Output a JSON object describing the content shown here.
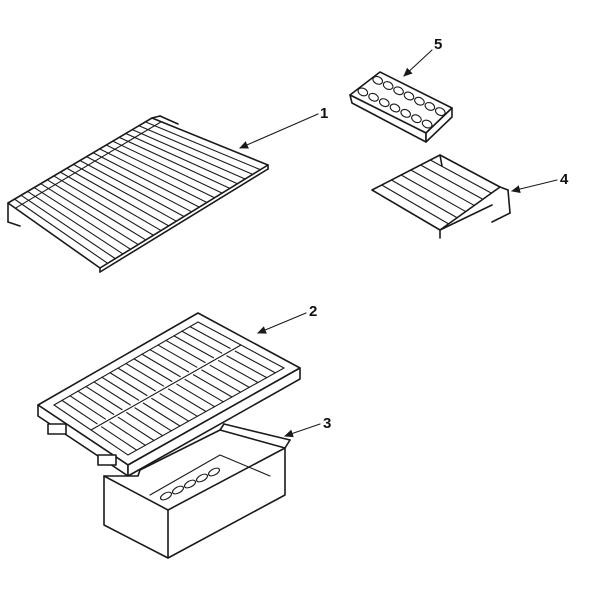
{
  "callouts": [
    {
      "id": "shelf-wire",
      "label": "1"
    },
    {
      "id": "crisper-cover",
      "label": "2"
    },
    {
      "id": "crisper-pan",
      "label": "3"
    },
    {
      "id": "ice-tray-support",
      "label": "4"
    },
    {
      "id": "ice-tray",
      "label": "5"
    }
  ]
}
